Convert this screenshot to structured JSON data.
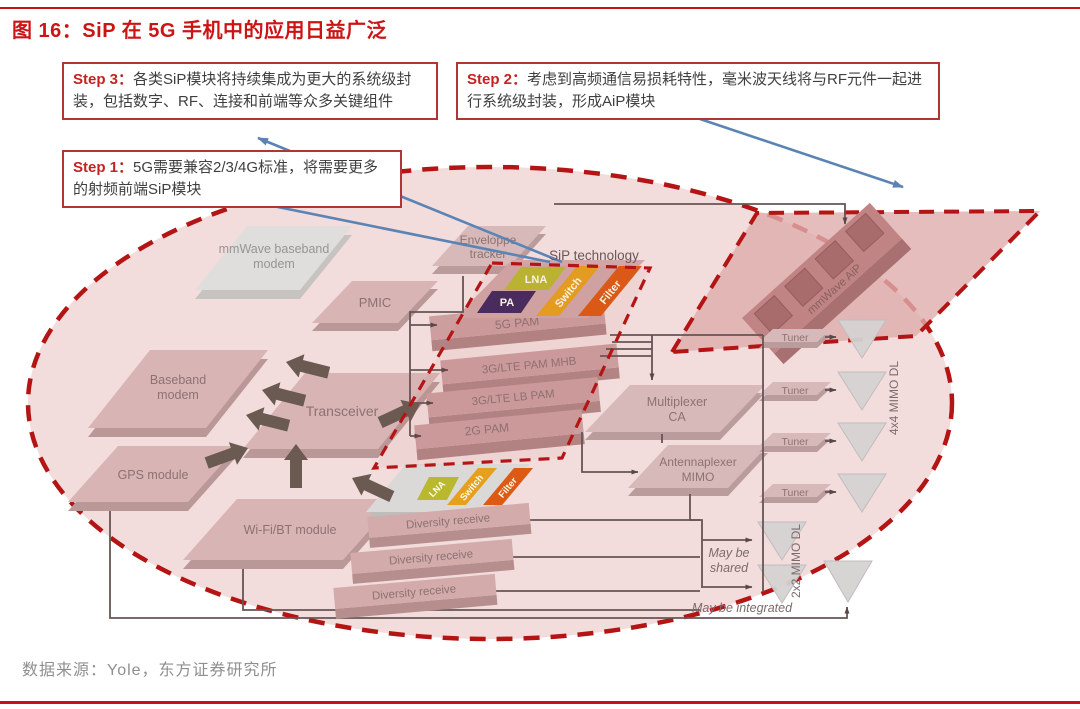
{
  "page": {
    "title": "图 16：SiP 在 5G 手机中的应用日益广泛",
    "source": "数据来源：Yole，东方证券研究所"
  },
  "steps": {
    "step1": {
      "label": "Step 1：",
      "text": "5G需要兼容2/3/4G标准，将需要更多的射频前端SiP模块"
    },
    "step2": {
      "label": "Step 2：",
      "text": "考虑到高频通信易损耗特性，毫米波天线将与RF元件一起进行系统级封装，形成AiP模块"
    },
    "step3": {
      "label": "Step 3：",
      "text": "各类SiP模块将持续集成为更大的系统级封装，包括数字、RF、连接和前端等众多关键组件"
    }
  },
  "diagram": {
    "sip_technology": "SiP technology",
    "blocks": {
      "mmwave_bb": {
        "line1": "mmWave baseband",
        "line2": "modem"
      },
      "envelope": {
        "line1": "Enveloppe",
        "line2": "tracker"
      },
      "pmic": "PMIC",
      "baseband": {
        "line1": "Baseband",
        "line2": "modem"
      },
      "transceiver": "Transceiver",
      "gps": "GPS module",
      "wifi_bt": "Wi-Fi/BT module",
      "pam_5g": "5G PAM",
      "pam_mhb": "3G/LTE PAM MHB",
      "pam_lb": "3G/LTE LB PAM",
      "pam_2g": "2G PAM",
      "multiplexer": {
        "line1": "Multiplexer",
        "line2": "CA"
      },
      "antennaplexer": {
        "line1": "Antennaplexer",
        "line2": "MIMO"
      },
      "mmwave_aip": "mmWave AiP",
      "diversity": "Diversity receive",
      "tuner": "Tuner"
    },
    "chips": {
      "lna": "LNA",
      "pa": "PA",
      "switch": "Switch",
      "filter": "Filter"
    },
    "annotations": {
      "mimo_4x4": "4x4 MIMO DL",
      "mimo_2x2": "2x2 MIMO DL",
      "may_be": "May be",
      "shared": "shared",
      "may_be_integrated": "May be integrated"
    },
    "colors": {
      "dashed_red": "#b41414",
      "ellipse_fill": "#f3dcdc",
      "chip_lna": "#b9b92f",
      "chip_pa": "#42295e",
      "chip_switch": "#e6a01e",
      "chip_filter": "#dc5a14",
      "arrow_blue": "#5b84b5"
    }
  }
}
